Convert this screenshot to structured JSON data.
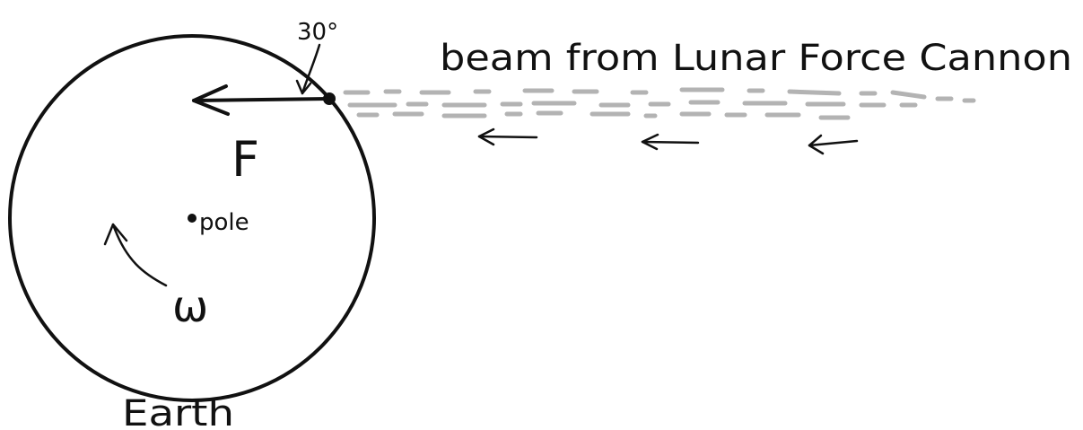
{
  "labels": {
    "angle": "30°",
    "beam": "beam from Lunar Force Cannon",
    "force": "F",
    "pole": "pole",
    "omega": "ω",
    "earth": "Earth"
  },
  "colors": {
    "ink": "#111111",
    "beam": "#9a9a9a"
  }
}
